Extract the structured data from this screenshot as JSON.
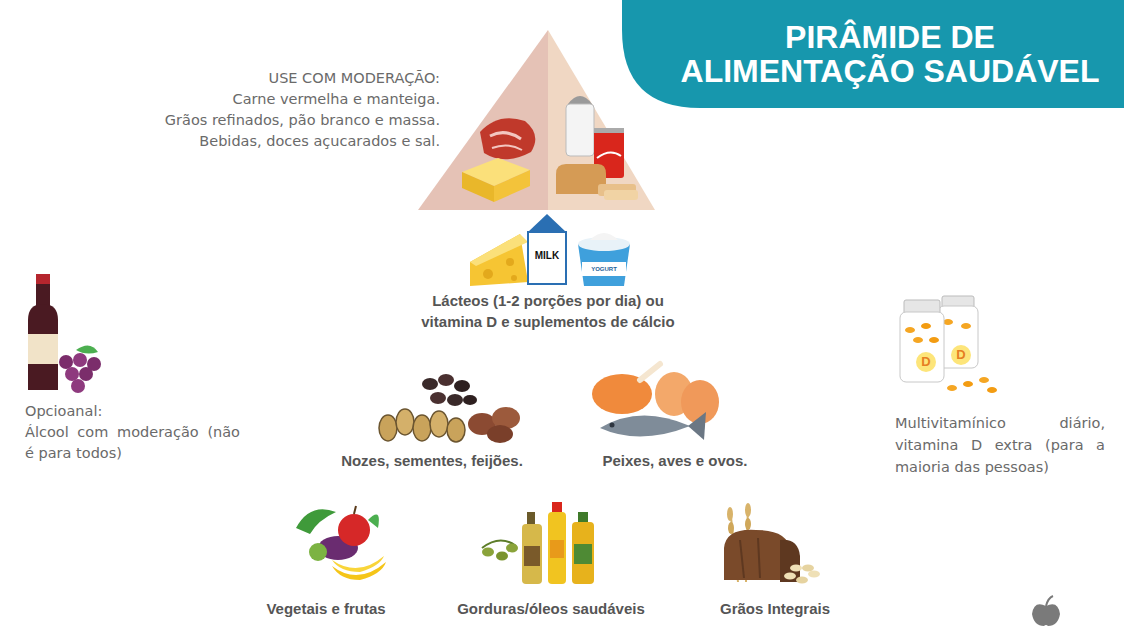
{
  "diagram": {
    "title": "PIRÂMIDE DE ALIMENTAÇÃO SAUDÁVEL",
    "nodes": [
      {
        "text": [
          "Lácteos (1-2 porções por dia) ou vitamina D e suplementos de cálcio"
        ]
      },
      {
        "text": [
          "Nozes, sementes, feijões."
        ]
      },
      {
        "text": [
          "Peixes, aves e ovos."
        ]
      },
      {
        "text": [
          "Vegetais e frutas"
        ]
      },
      {
        "text": [
          "Gorduras/óleos saudáveis"
        ]
      },
      {
        "text": [
          "Grãos Integrais"
        ]
      }
    ],
    "labels": [
      "USE COM MODERAÇÃO:",
      "Carne vermelha e manteiga.",
      "Grãos refinados, pão branco e massa.",
      "Bebidas, doces açucarados e sal.",
      "MILK",
      "YOGURT",
      "Opcioanal:",
      "Álcool com moderação (não é para todos)",
      "D",
      "D",
      "Multivitamínico diário, vitamina D extra (para a maioria das pessoas)"
    ]
  }
}
